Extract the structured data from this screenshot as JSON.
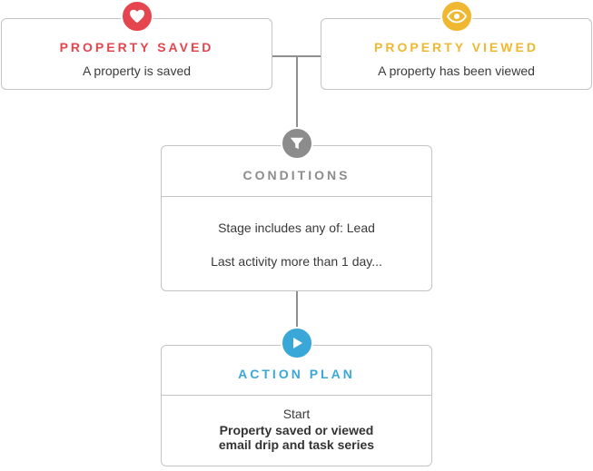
{
  "colors": {
    "saved": "#e5454f",
    "viewed": "#efb830",
    "conditions": "#8c8c8c",
    "action": "#3aa7d9",
    "connector": "#8f8f8f",
    "border": "#c4c4c4"
  },
  "triggers": [
    {
      "icon": "heart-icon",
      "title": "PROPERTY SAVED",
      "description": "A property is saved"
    },
    {
      "icon": "eye-icon",
      "title": "PROPERTY VIEWED",
      "description": "A property has been viewed"
    }
  ],
  "conditions": {
    "icon": "filter-icon",
    "title": "CONDITIONS",
    "items": [
      "Stage includes any of: Lead",
      "Last activity more than 1 day..."
    ]
  },
  "action": {
    "icon": "play-icon",
    "title": "ACTION PLAN",
    "lines": [
      "Start",
      "Property saved or viewed",
      "email drip and task series"
    ]
  }
}
